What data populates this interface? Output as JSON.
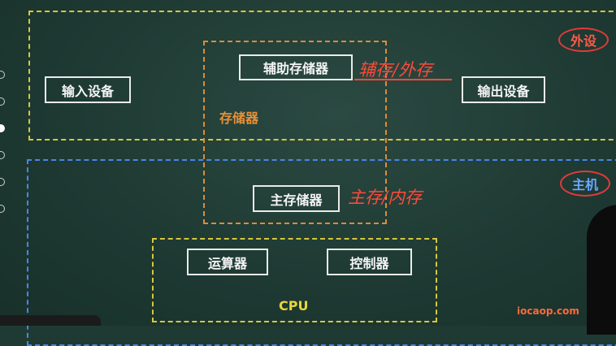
{
  "diagram": {
    "peripherals_tag": "外设",
    "host_tag": "主机",
    "storage_label": "存储器",
    "cpu_label": "CPU",
    "boxes": {
      "input_device": "输入设备",
      "aux_storage": "辅助存储器",
      "output_device": "输出设备",
      "main_storage": "主存储器",
      "alu": "运算器",
      "control_unit": "控制器"
    },
    "annotations": {
      "aux": "辅存/外存",
      "main": "主存/内存"
    },
    "colors": {
      "background": "#1f3a33",
      "peripheral_border": "#d7c640",
      "host_border": "#4a86e8",
      "storage_border": "#e08a38",
      "annotation": "#ff4a3a"
    }
  },
  "watermark": "iocaop.com"
}
